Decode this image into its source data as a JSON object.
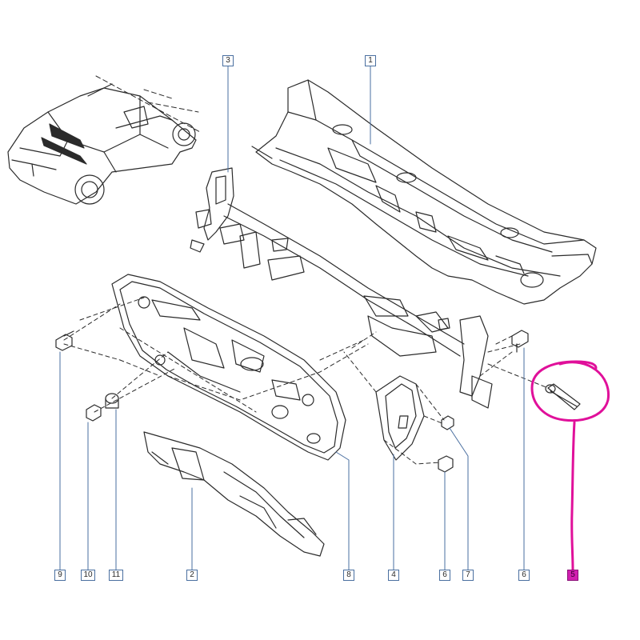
{
  "diagram": {
    "callouts": [
      {
        "id": "c1",
        "label": "1"
      },
      {
        "id": "c2",
        "label": "2"
      },
      {
        "id": "c3",
        "label": "3"
      },
      {
        "id": "c4",
        "label": "4"
      },
      {
        "id": "c5",
        "label": "5"
      },
      {
        "id": "c6a",
        "label": "6"
      },
      {
        "id": "c6b",
        "label": "6"
      },
      {
        "id": "c7",
        "label": "7"
      },
      {
        "id": "c8",
        "label": "8"
      },
      {
        "id": "c9",
        "label": "9"
      },
      {
        "id": "c10",
        "label": "10"
      },
      {
        "id": "c11",
        "label": "11"
      }
    ],
    "highlight_color": "#e0109a",
    "line_color": "#2b2b2b",
    "leader_color": "#4a6fa0"
  }
}
